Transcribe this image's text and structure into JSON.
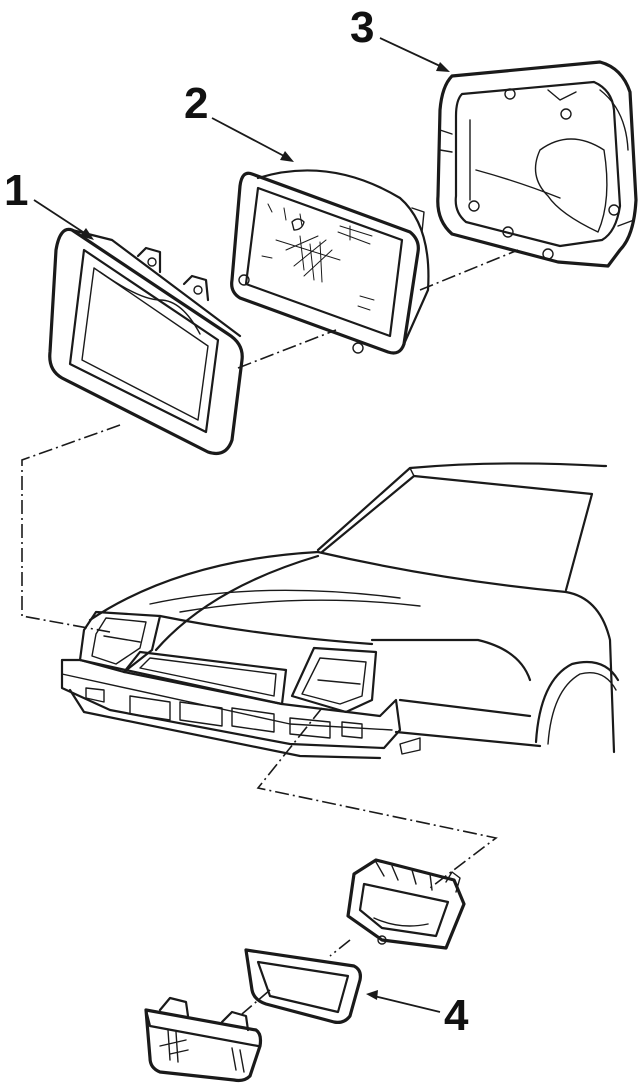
{
  "callouts": [
    {
      "label": "1",
      "part": "headlamp-bezel"
    },
    {
      "label": "2",
      "part": "sealed-beam-headlamp"
    },
    {
      "label": "3",
      "part": "headlamp-mounting-bracket"
    },
    {
      "label": "4",
      "part": "park-lamp-lens"
    }
  ],
  "colors": {
    "line": "#1a1a1a",
    "background": "#ffffff"
  }
}
